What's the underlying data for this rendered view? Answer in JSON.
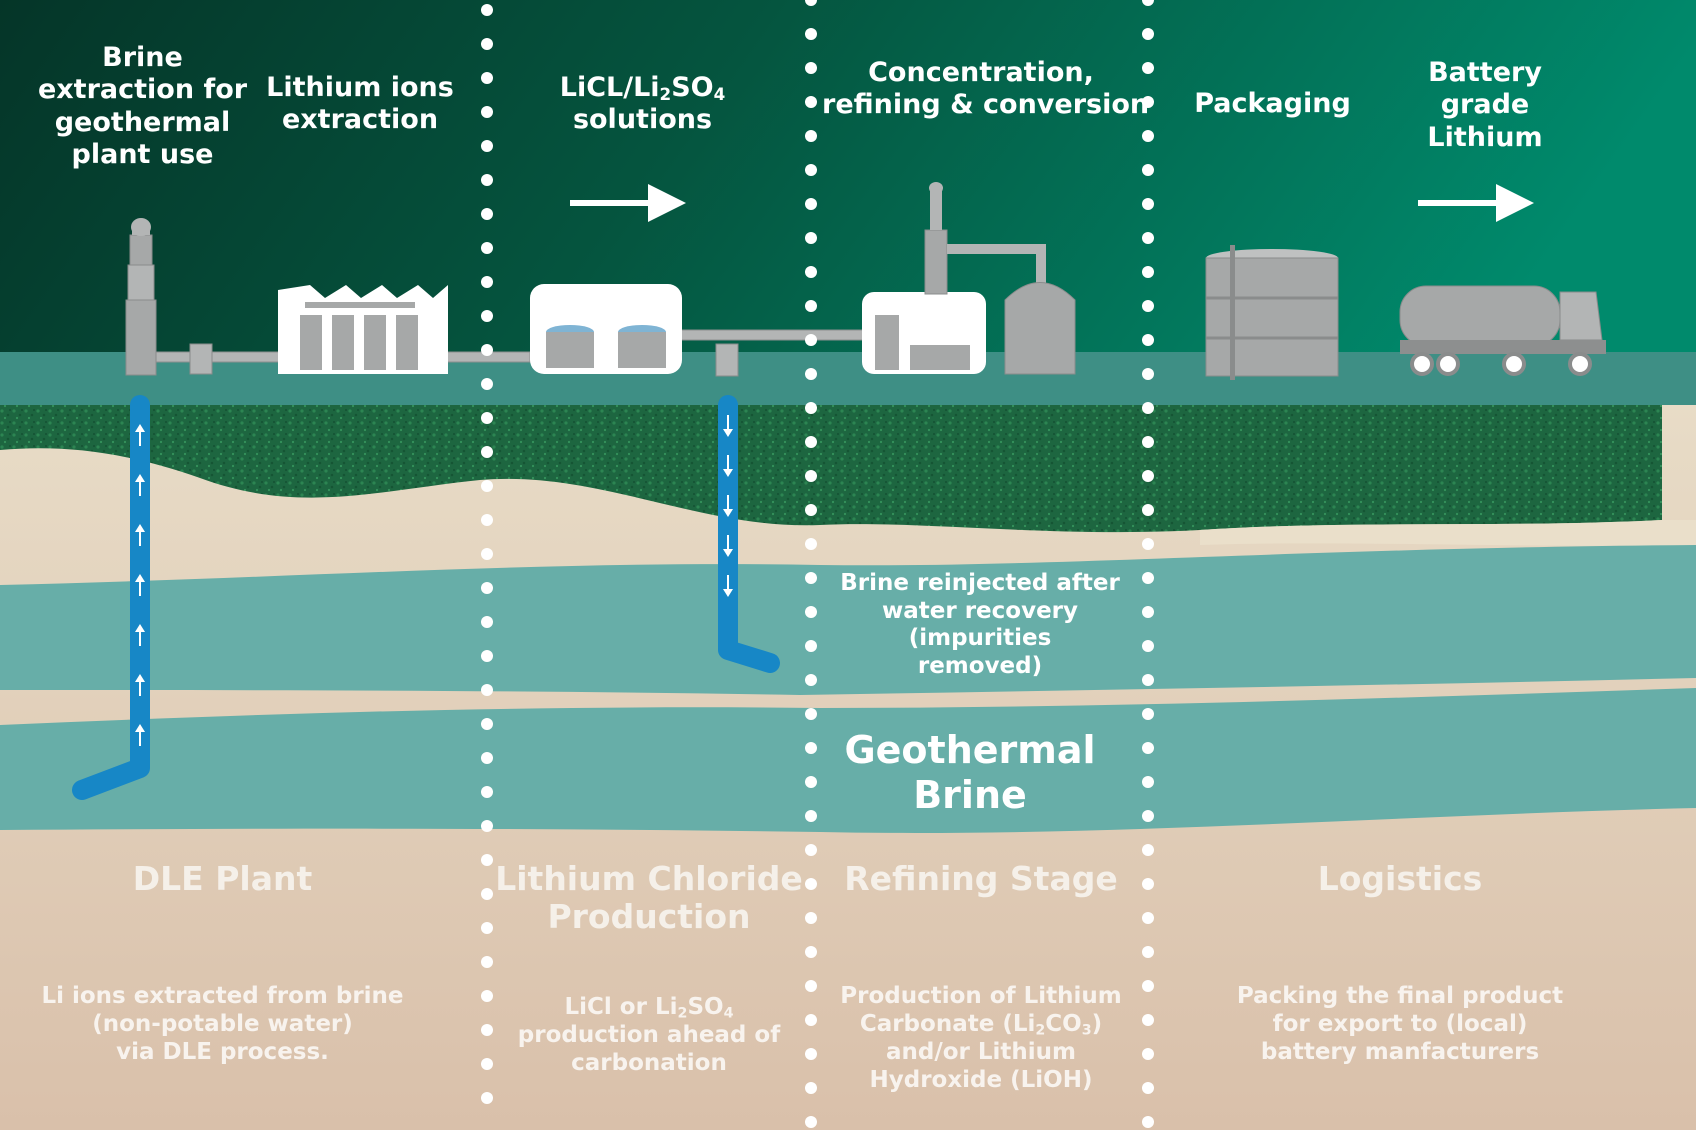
{
  "colors": {
    "sky_dark": "#053528",
    "sky_light": "#008a6c",
    "ground_strip": "#3e8f85",
    "grass": "#1f6b43",
    "sand": "#e8dcc7",
    "brine_layer": "#67aea8",
    "pipe": "#1787c6",
    "machinery": "#a6a8a8"
  },
  "top_labels": {
    "brine_extraction": [
      "Brine",
      "extraction for",
      "geothermal",
      "plant use"
    ],
    "lithium_ions_extraction": [
      "Lithium ions",
      "extraction"
    ],
    "solutions": {
      "line1_a": "LiCL/Li",
      "line1_sub1": "2",
      "line1_b": "SO",
      "line1_sub2": "4",
      "line2": "solutions"
    },
    "concentration": [
      "Concentration,",
      "refining & conversion"
    ],
    "packaging": "Packaging",
    "battery_grade": [
      "Battery",
      "grade",
      "Lithium"
    ]
  },
  "icons": {
    "arrow_1": "right-arrow",
    "arrow_2": "right-arrow",
    "extraction_tower": "tower",
    "dle_factory": "factory",
    "chloride_plant": "tanks",
    "refinery": "refinery",
    "storage_tank": "tank",
    "tanker_truck": "truck"
  },
  "underground": {
    "reinjected": [
      "Brine reinjected after",
      "water recovery",
      "(impurities",
      "removed)"
    ],
    "geothermal_brine": [
      "Geothermal",
      "Brine"
    ]
  },
  "sections": [
    {
      "id": "dle",
      "title": [
        "DLE Plant"
      ],
      "desc": [
        "Li ions extracted from brine",
        "(non-potable water)",
        "via DLE process."
      ]
    },
    {
      "id": "chloride",
      "title": [
        "Lithium Chloride",
        "Production"
      ],
      "desc_a": "LiCl or Li",
      "desc_sub1": "2",
      "desc_b": "SO",
      "desc_sub2": "4",
      "desc_rest": [
        "production ahead of",
        "carbonation"
      ]
    },
    {
      "id": "refining",
      "title": [
        "Refining Stage"
      ],
      "desc_1": "Production of Lithium",
      "desc_2a": "Carbonate (Li",
      "desc_2sub1": "2",
      "desc_2b": "CO",
      "desc_2sub2": "3",
      "desc_2c": ")",
      "desc_rest": [
        "and/or Lithium",
        "Hydroxide (LiOH)"
      ]
    },
    {
      "id": "logistics",
      "title": [
        "Logistics"
      ],
      "desc": [
        "Packing the final product",
        "for export to (local)",
        "battery manfacturers"
      ]
    }
  ]
}
